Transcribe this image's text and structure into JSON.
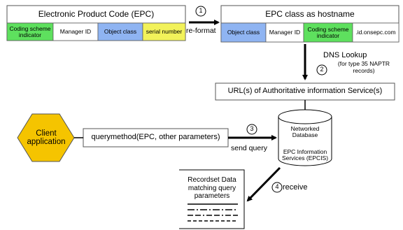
{
  "epc_box": {
    "title": "Electronic Product Code (EPC)",
    "fields": [
      {
        "label": "Coding scheme indicator",
        "color": "#5ee05e"
      },
      {
        "label": "Manager ID",
        "color": "#ffffff"
      },
      {
        "label": "Object class",
        "color": "#8fb4f2"
      },
      {
        "label": "serial number",
        "color": "#f2f25a"
      }
    ]
  },
  "step1": {
    "number": "1",
    "label": "re-format"
  },
  "hostname_box": {
    "title": "EPC class as hostname",
    "fields": [
      {
        "label": "Object class",
        "color": "#8fb4f2"
      },
      {
        "label": "Manager ID",
        "color": "#ffffff"
      },
      {
        "label": "Coding scheme indicator",
        "color": "#5ee05e"
      },
      {
        "label": ".id.onsepc.com",
        "color": "#ffffff"
      }
    ]
  },
  "step2": {
    "number": "2",
    "label": "DNS Lookup",
    "note": "(for type 35 NAPTR records)"
  },
  "urls_box": {
    "label": "URL(s) of Authoritative information Service(s)"
  },
  "client": {
    "label": "Client application",
    "color": "#f5c400"
  },
  "query_box": {
    "label": "querymethod(EPC, other parameters)"
  },
  "step3": {
    "number": "3",
    "label": "send query"
  },
  "database": {
    "title": "Networked Database",
    "subtitle": "EPC Information Services (EPCIS)"
  },
  "step4": {
    "number": "4",
    "label": "receive"
  },
  "recordset": {
    "title": "Recordset Data matching query parameters"
  },
  "colors": {
    "line": "#000000",
    "box_border": "#555555"
  }
}
